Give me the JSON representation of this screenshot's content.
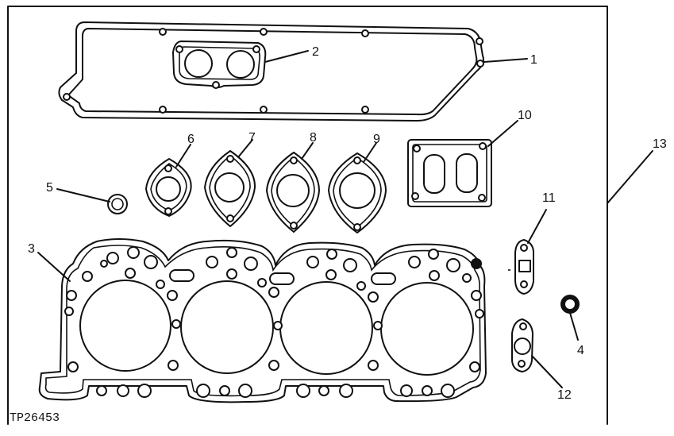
{
  "figure": {
    "reference_id": "TP26453"
  },
  "callouts": [
    {
      "id": "c1",
      "label": "1"
    },
    {
      "id": "c2",
      "label": "2"
    },
    {
      "id": "c3",
      "label": "3"
    },
    {
      "id": "c4",
      "label": "4"
    },
    {
      "id": "c5",
      "label": "5"
    },
    {
      "id": "c6",
      "label": "6"
    },
    {
      "id": "c7",
      "label": "7"
    },
    {
      "id": "c8",
      "label": "8"
    },
    {
      "id": "c9",
      "label": "9"
    },
    {
      "id": "c10",
      "label": "10"
    },
    {
      "id": "c11",
      "label": "11"
    },
    {
      "id": "c12",
      "label": "12"
    },
    {
      "id": "c13",
      "label": "13"
    }
  ]
}
